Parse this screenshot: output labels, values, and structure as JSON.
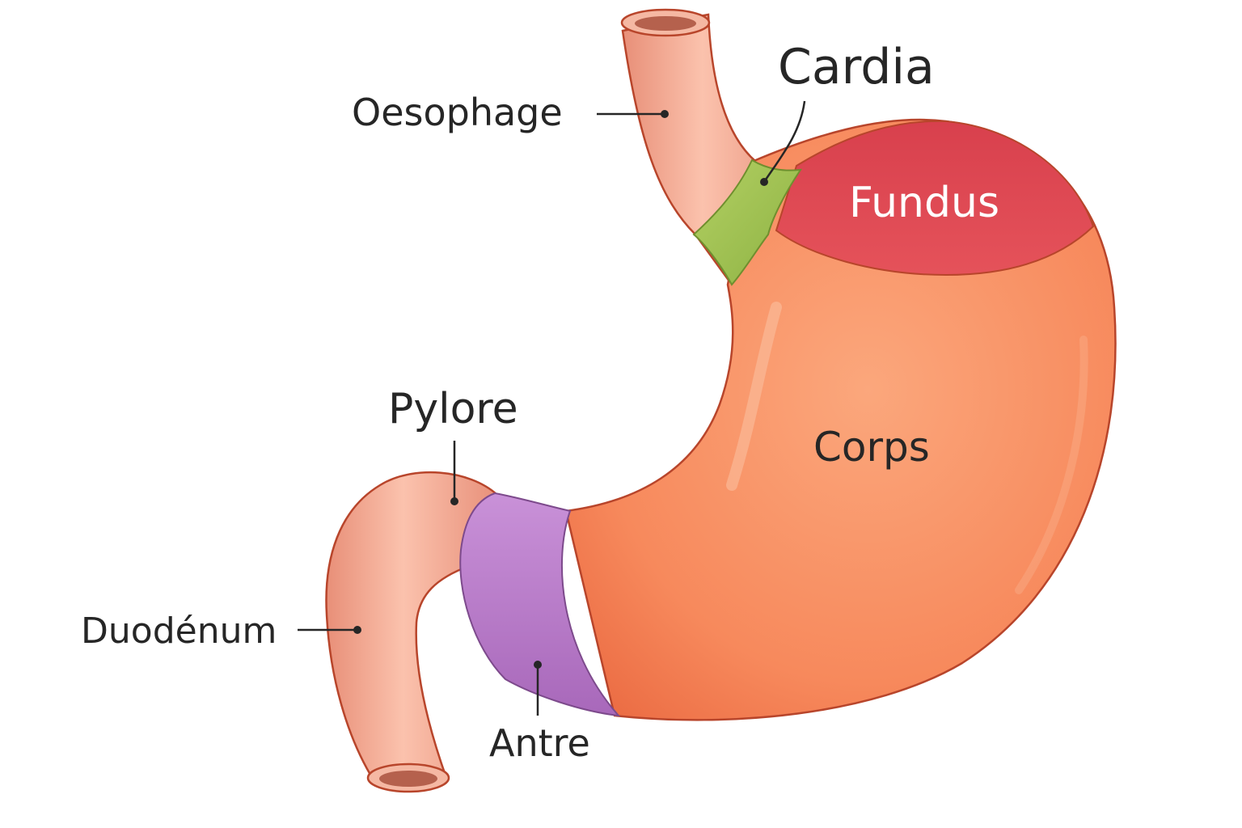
{
  "labels": {
    "oesophage": "Oesophage",
    "cardia": "Cardia",
    "fundus": "Fundus",
    "corps": "Corps",
    "pylore": "Pylore",
    "duodenum": "Duodénum",
    "antre": "Antre"
  },
  "colors": {
    "background": "#ffffff",
    "tube": "#f2a98f",
    "stomach": "#f7895c",
    "fundus": "#dd4652",
    "cardia": "#9ec14f",
    "antre": "#b87bc8",
    "outline": "#b8452b",
    "text": "#262626",
    "fundus_text": "#ffffff"
  }
}
